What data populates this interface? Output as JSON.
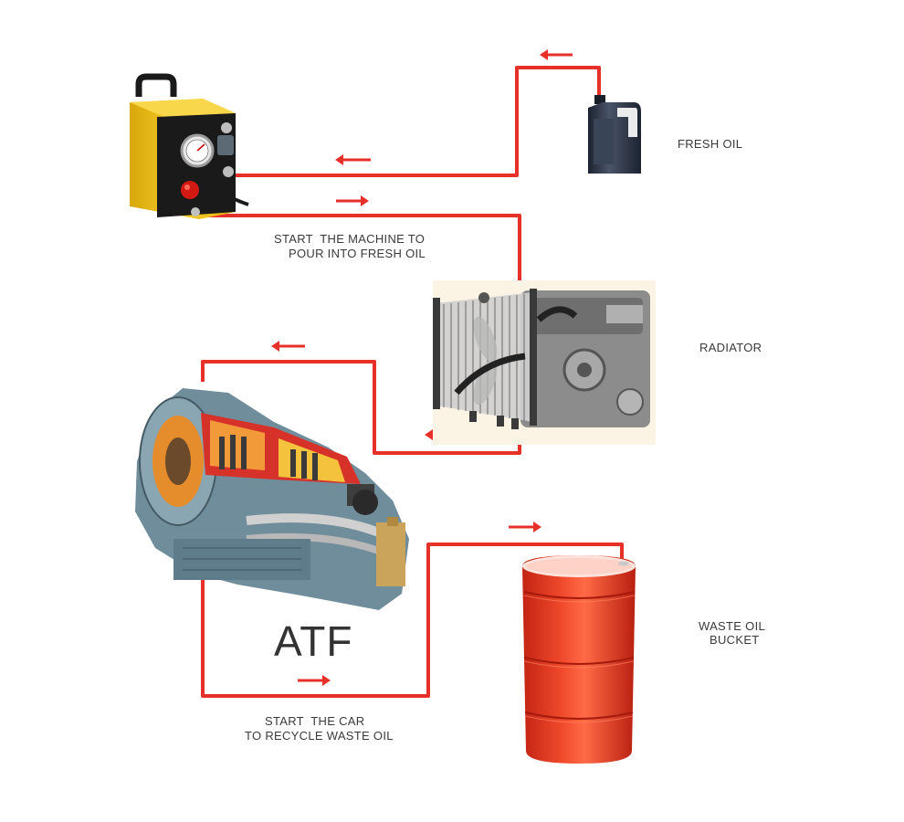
{
  "labels": {
    "fresh_oil": "FRESH OIL",
    "start_machine_line1": "START  THE MACHINE TO",
    "start_machine_line2": "POUR INTO FRESH OIL",
    "radiator": "RADIATOR",
    "atf": "ATF",
    "waste_oil_line1": "WASTE OIL",
    "waste_oil_line2": "BUCKET",
    "start_car_line1": "START  THE CAR",
    "start_car_line2": "TO RECYCLE WASTE OIL"
  },
  "colors": {
    "pipe": "#e8302a",
    "machine_body": "#f2c318",
    "panel": "#1a1a1a",
    "barrel": "#e8391f",
    "oil_bottle": "#2b3242",
    "radiator_bg": "#fbf3e4"
  },
  "icons": {
    "machine": "oil-exchange-machine-icon",
    "bottle": "fresh-oil-bottle-icon",
    "radiator": "radiator-engine-icon",
    "transmission": "atf-transmission-icon",
    "barrel": "waste-oil-barrel-icon"
  }
}
